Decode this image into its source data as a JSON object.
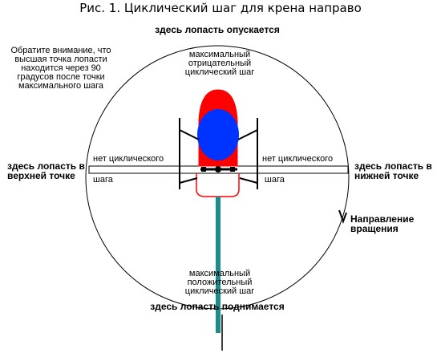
{
  "title": "Рис. 1. Циклический шаг для крена направо",
  "labels": {
    "top": "здесь лопасть опускается",
    "bottom": "здесь лопасть поднимается",
    "left": "здесь лопасть в\nверхней точке",
    "right": "здесь лопасть в\nнижней точке",
    "rotation": "Направление\nвращения",
    "note": "Обратите внимание, что\nвысшая точка лопасти\nнаходится через 90\nградусов после точки\nмаксимального шага",
    "max_negative": "максимальный\nотрицательный\nциклический шаг",
    "max_positive": "максимальный\nположительный\nциклический шаг",
    "no_cyclic_left_1": "нет циклического",
    "no_cyclic_left_2": "шага",
    "no_cyclic_right_1": "нет циклического",
    "no_cyclic_right_2": "шага"
  },
  "colors": {
    "red": "#ff0000",
    "blue": "#0033ff",
    "teal": "#1a8c8c",
    "line": "#000000"
  }
}
